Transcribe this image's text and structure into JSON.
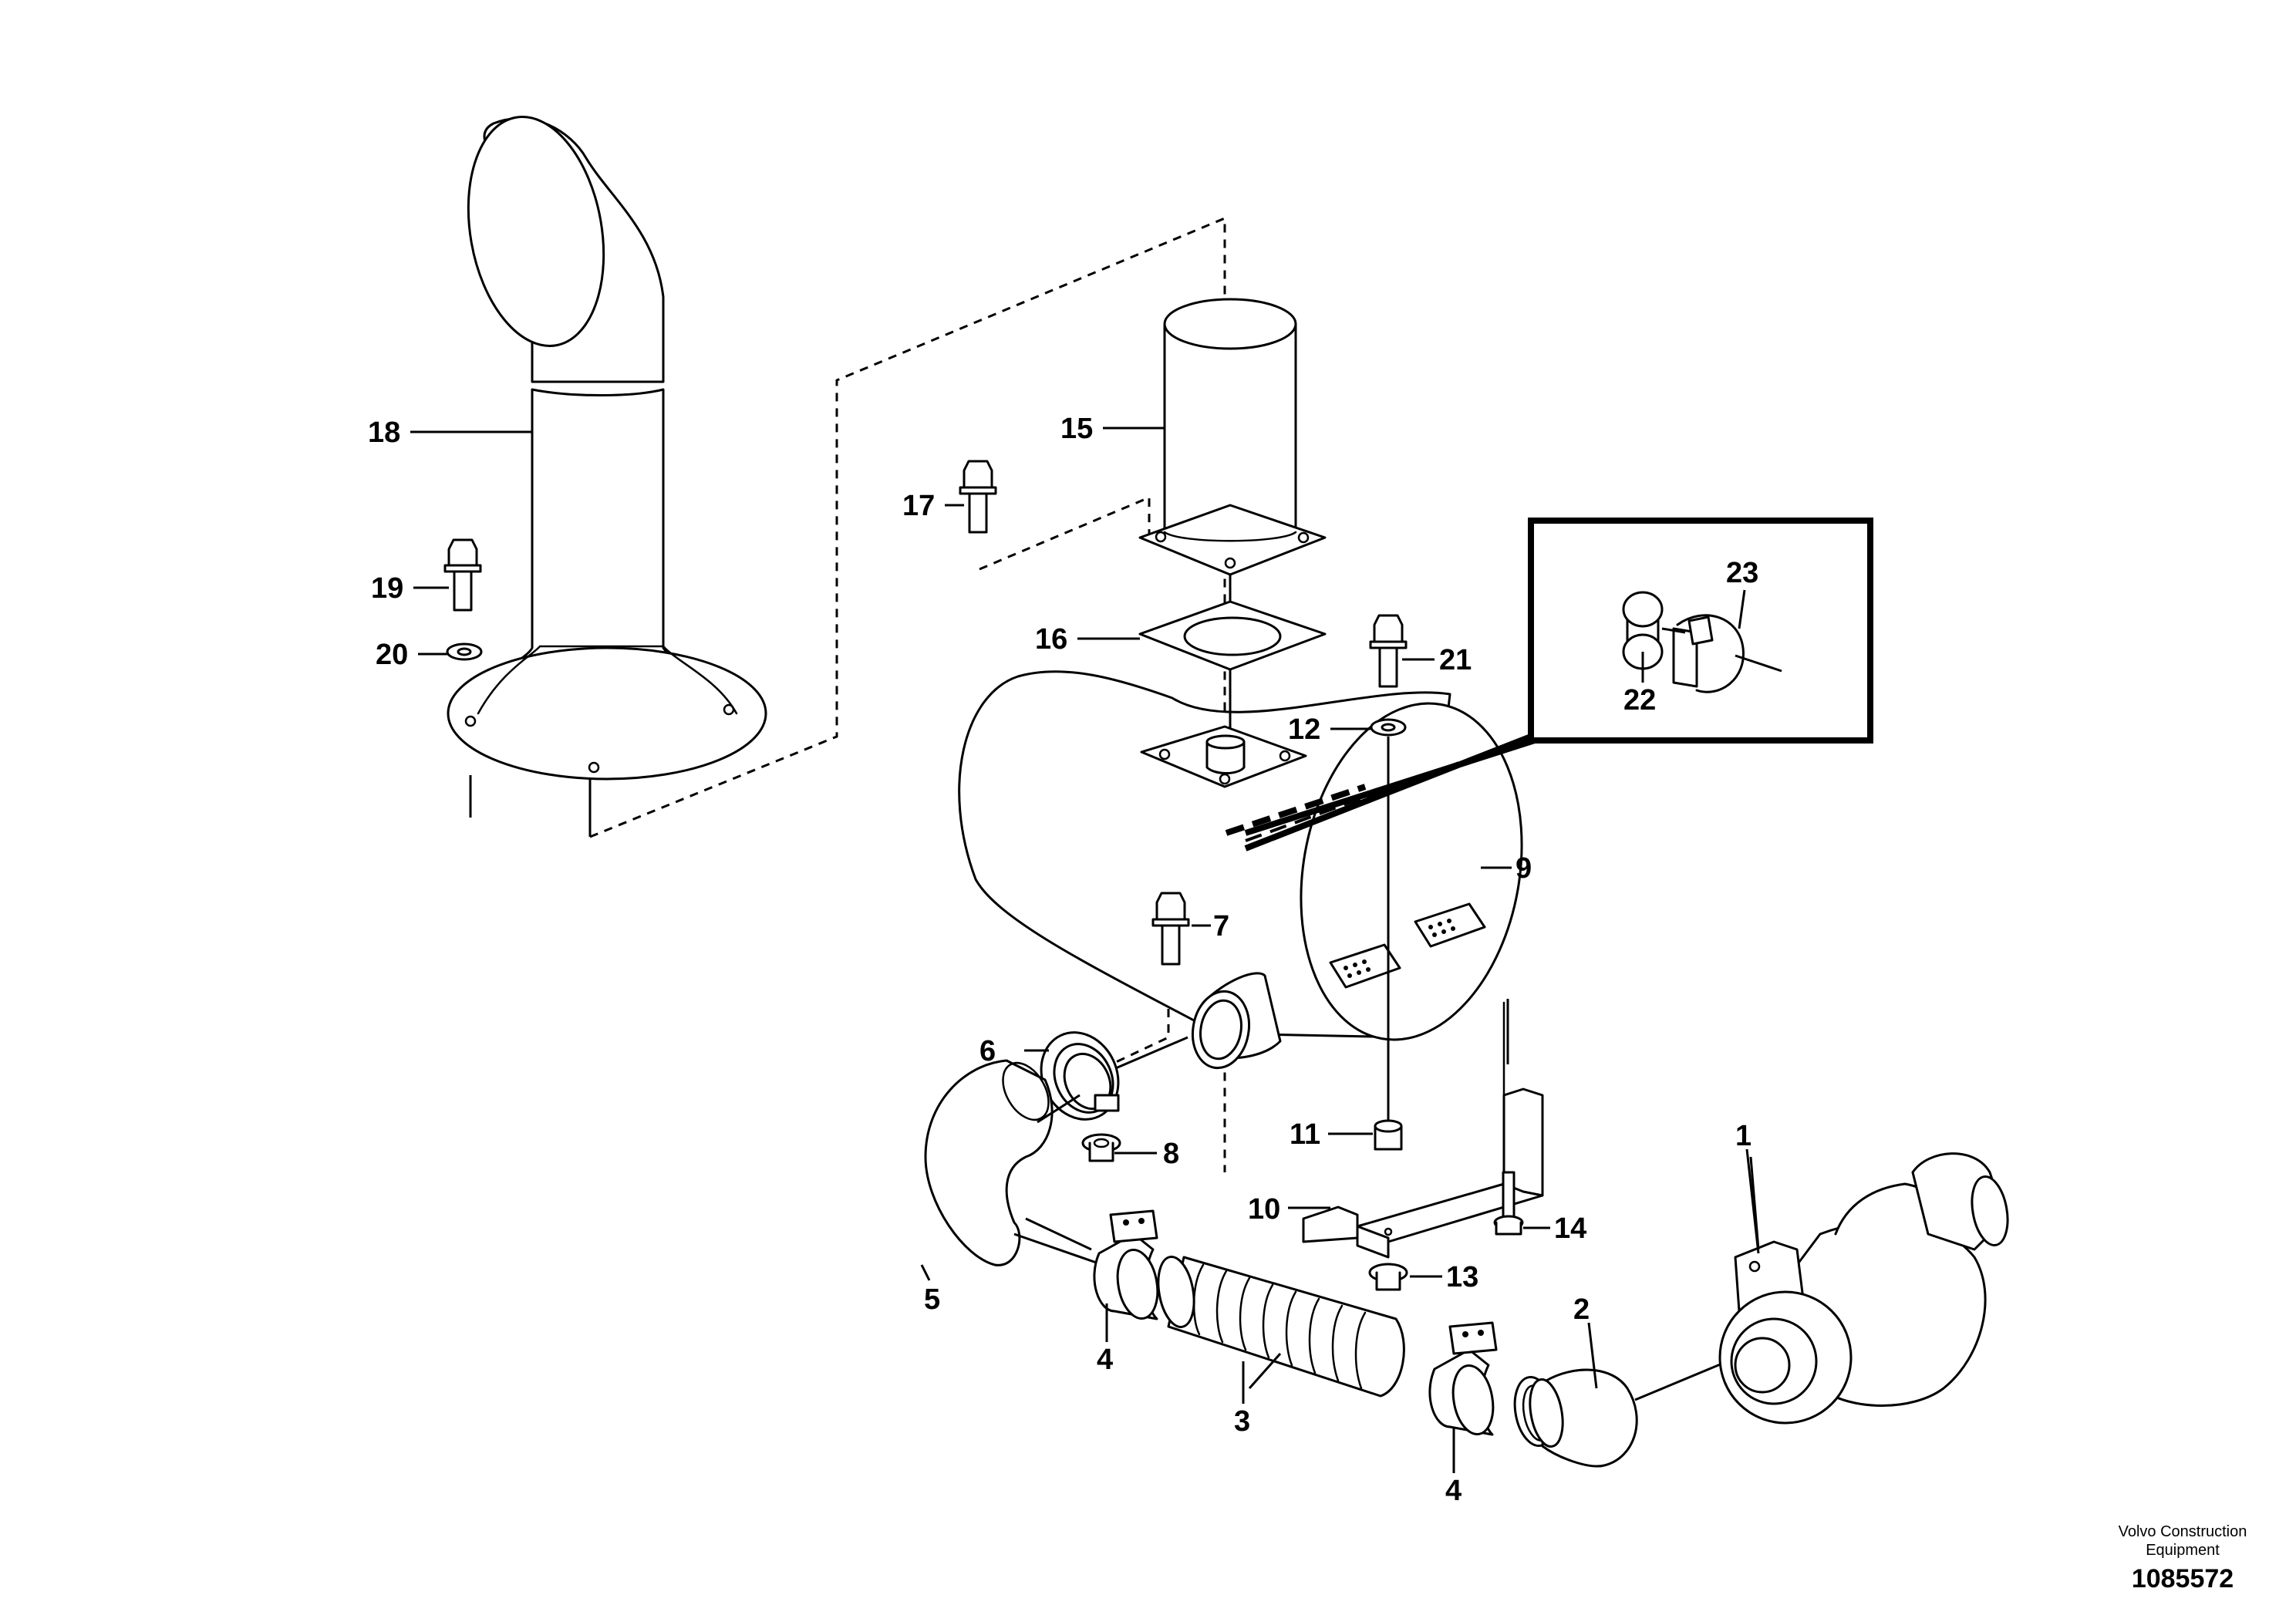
{
  "callouts": {
    "c1": "1",
    "c2": "2",
    "c3": "3",
    "c4a": "4",
    "c4b": "4",
    "c5": "5",
    "c6": "6",
    "c7": "7",
    "c8": "8",
    "c9": "9",
    "c10": "10",
    "c11": "11",
    "c12": "12",
    "c13": "13",
    "c14": "14",
    "c15": "15",
    "c16": "16",
    "c17": "17",
    "c18": "18",
    "c19": "19",
    "c20": "20",
    "c21": "21",
    "c22": "22",
    "c23": "23"
  },
  "footer": {
    "brand_line1": "Volvo Construction",
    "brand_line2": "Equipment",
    "drawing_number": "1085572"
  }
}
